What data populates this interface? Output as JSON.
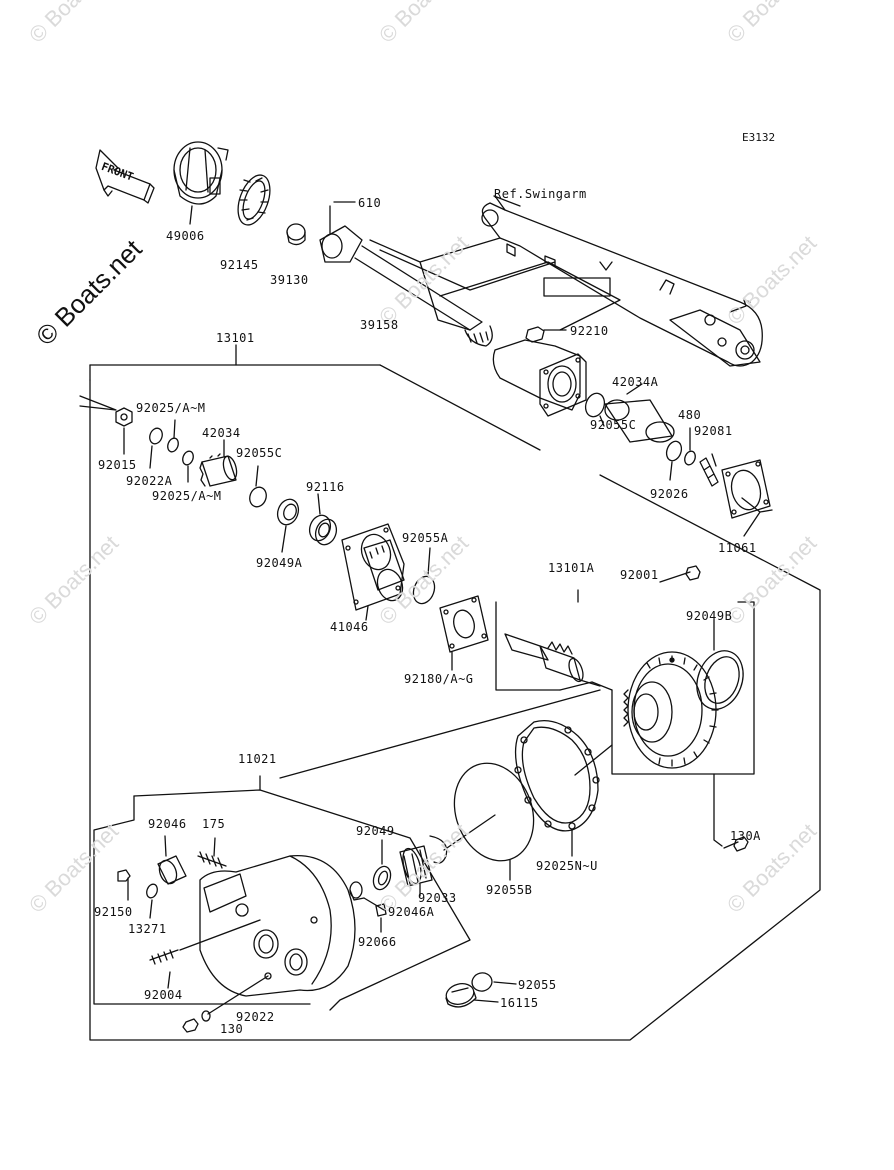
{
  "diagram_code": "E3132",
  "reference": "Ref.Swingarm",
  "front_label": "FRONT",
  "copyright": "© Boats.net",
  "watermark": "© Boats.net",
  "parts": {
    "p49006": "49006",
    "p92145": "92145",
    "p39130": "39130",
    "p610": "610",
    "p39158": "39158",
    "p92210": "92210",
    "p13101": "13101",
    "p42034A": "42034A",
    "p92025AM_top": "92025/A~M",
    "p42034": "42034",
    "p92015": "92015",
    "p92022A": "92022A",
    "p92025AM_bot": "92025/A~M",
    "p92055C_left": "92055C",
    "p92055C_right": "92055C",
    "p480": "480",
    "p92081": "92081",
    "p92026": "92026",
    "p11061": "11061",
    "p92116": "92116",
    "p92049A": "92049A",
    "p92055A": "92055A",
    "p41046": "41046",
    "p13101A": "13101A",
    "p92001": "92001",
    "p92049B": "92049B",
    "p92180AG": "92180/A~G",
    "p11021": "11021",
    "p130A": "130A",
    "p92046": "92046",
    "p175": "175",
    "p92049": "92049",
    "p92150": "92150",
    "p13271": "13271",
    "p92033": "92033",
    "p92046A": "92046A",
    "p92055B": "92055B",
    "p92025NU": "92025N~U",
    "p92066": "92066",
    "p92004": "92004",
    "p92055": "92055",
    "p16115": "16115",
    "p92022": "92022",
    "p130": "130"
  }
}
